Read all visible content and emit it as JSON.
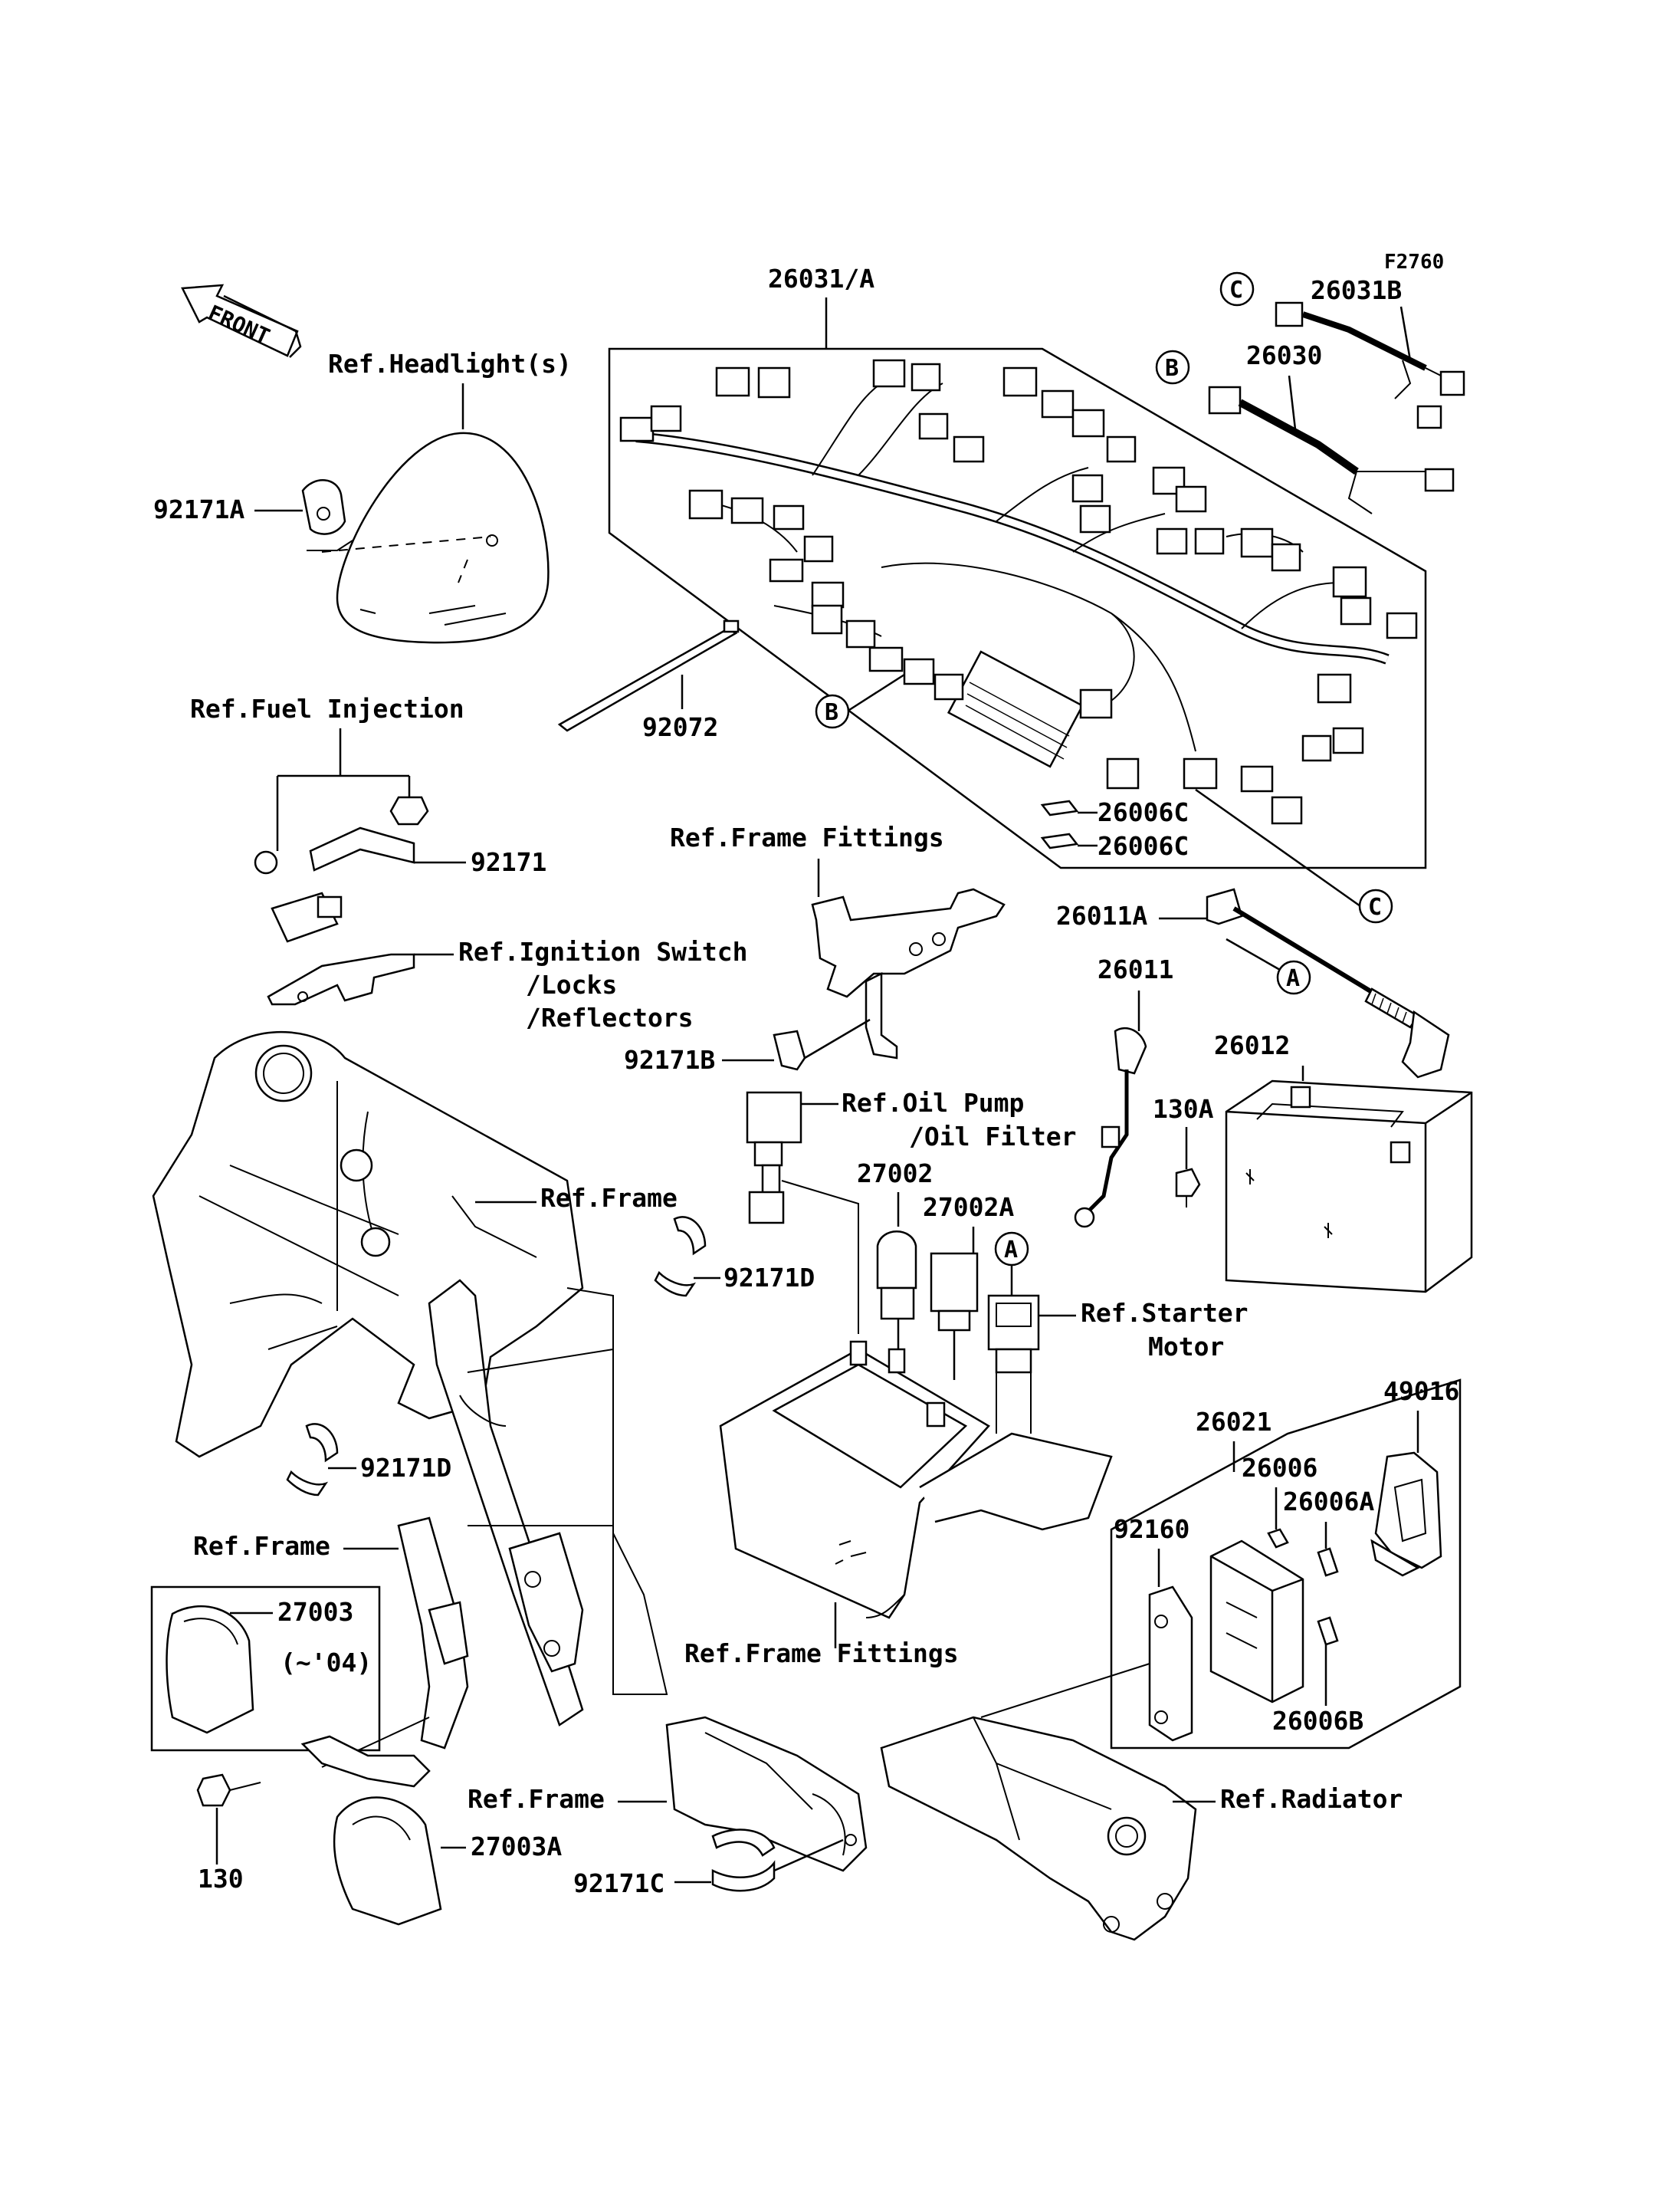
{
  "figure_code": "F2760",
  "front_label": "FRONT",
  "labels": {
    "wiring_harness": "26031/A",
    "sub_harness_b": "26031B",
    "sub_harness": "26030",
    "headlight_ref": "Ref.Headlight(s)",
    "clamp_a": "92171A",
    "band": "92072",
    "fuse_c1": "26006C",
    "fuse_c2": "26006C",
    "fuel_injection_ref": "Ref.Fuel Injection",
    "clamp": "92171",
    "ignition_ref_1": "Ref.Ignition Switch",
    "ignition_ref_2": "/Locks",
    "ignition_ref_3": "/Reflectors",
    "frame_fittings_ref_top": "Ref.Frame Fittings",
    "clamp_b": "92171B",
    "battery_lead": "26011A",
    "ground_lead": "26011",
    "battery": "26012",
    "bolt_130a": "130A",
    "oil_pump_ref_1": "Ref.Oil Pump",
    "oil_pump_ref_2": "/Oil Filter",
    "relay": "27002",
    "relay_a": "27002A",
    "starter_ref_1": "Ref.Starter",
    "starter_ref_2": "Motor",
    "frame_ref_top": "Ref.Frame",
    "clamp_d1": "92171D",
    "clamp_d2": "92171D",
    "junction_box": "26021",
    "cover": "49016",
    "fuse": "26006",
    "fuse_a": "26006A",
    "fuse_b": "26006B",
    "bracket_92160": "92160",
    "frame_fittings_ref_bottom": "Ref.Frame Fittings",
    "frame_ref_left": "Ref.Frame",
    "horn": "27003",
    "horn_note": "(~'04)",
    "bolt_130": "130",
    "horn_a": "27003A",
    "frame_ref_bottom": "Ref.Frame",
    "clamp_c": "92171C",
    "radiator_ref": "Ref.Radiator"
  },
  "callouts": {
    "a1": "A",
    "a2": "A",
    "b1": "B",
    "b2": "B",
    "c1": "C",
    "c2": "C"
  }
}
